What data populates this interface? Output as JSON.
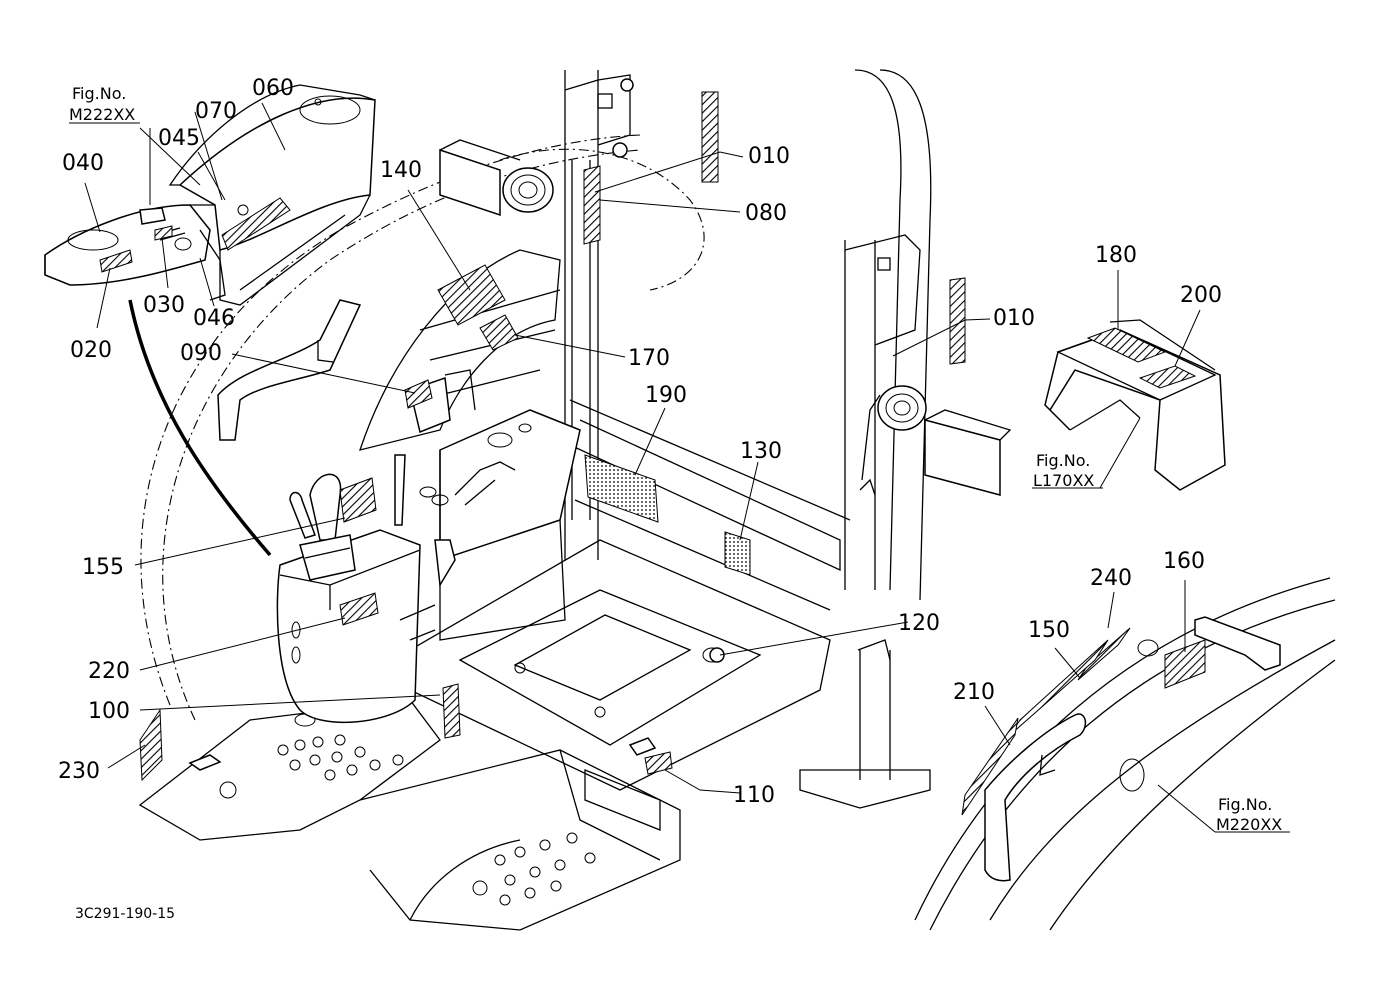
{
  "figure": {
    "drawing_code": "3C291-190-15",
    "figure_refs": [
      {
        "id": "m222",
        "heading": "Fig.No.",
        "number": "M222XX"
      },
      {
        "id": "l170",
        "heading": "Fig.No.",
        "number": "L170XX"
      },
      {
        "id": "m220",
        "heading": "Fig.No.",
        "number": "M220XX"
      }
    ],
    "callouts": [
      "060",
      "070",
      "045",
      "040",
      "020",
      "030",
      "046",
      "010",
      "080",
      "140",
      "170",
      "090",
      "190",
      "130",
      "155",
      "220",
      "100",
      "230",
      "120",
      "110",
      "180",
      "200",
      "240",
      "160",
      "150",
      "210"
    ]
  }
}
